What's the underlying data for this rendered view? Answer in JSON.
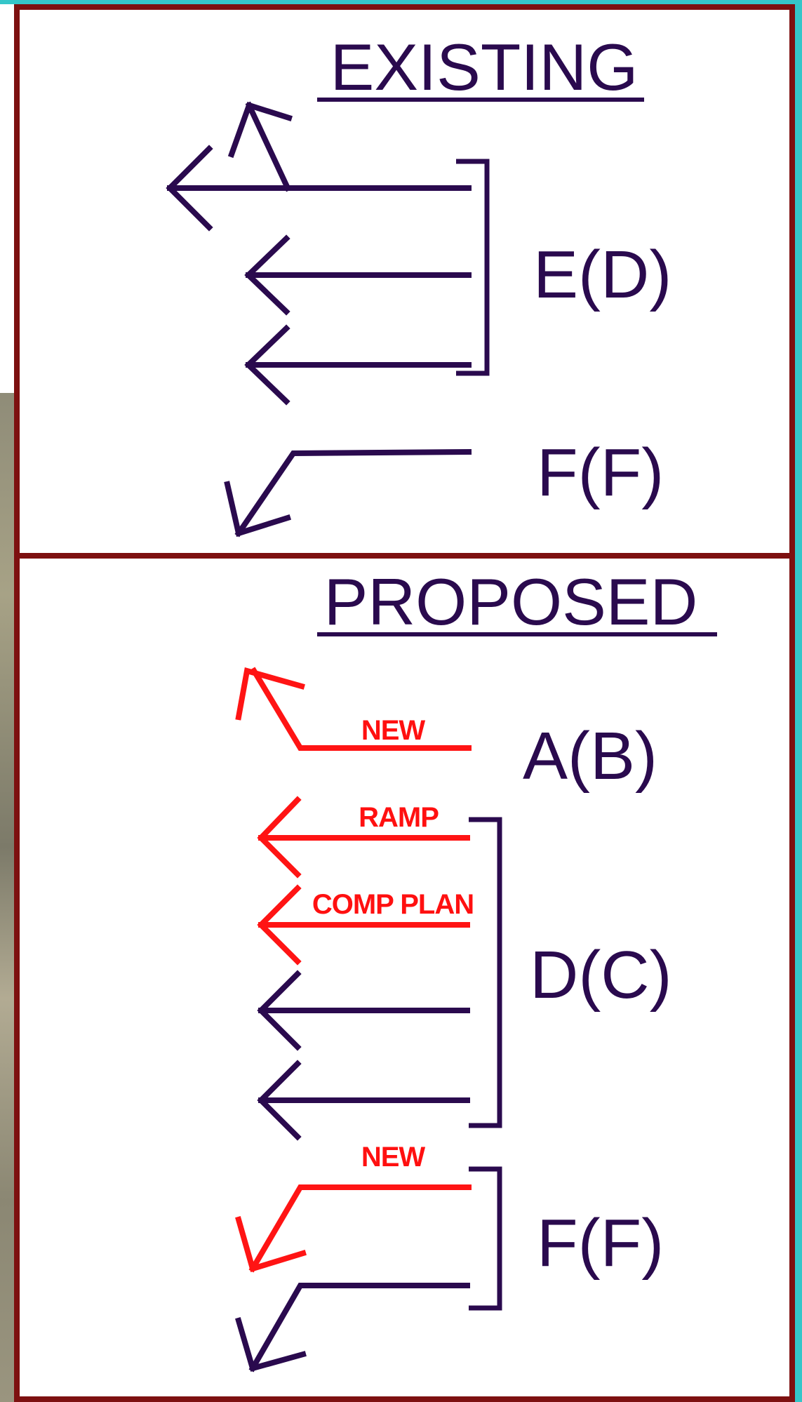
{
  "existing": {
    "title": "EXISTING",
    "labels": {
      "ed": "E(D)",
      "ff": "F(F)"
    }
  },
  "proposed": {
    "title": "PROPOSED",
    "labels": {
      "ab": "A(B)",
      "dc": "D(C)",
      "ff": "F(F)"
    },
    "tags": {
      "new_top": "NEW",
      "ramp": "RAMP",
      "comp_plan": "COMP PLAN",
      "new_bottom": "NEW"
    }
  },
  "colors": {
    "frame": "#7d1010",
    "ink": "#2a0a4e",
    "proposed_new": "#ff1414",
    "accent": "#35c6c9"
  }
}
